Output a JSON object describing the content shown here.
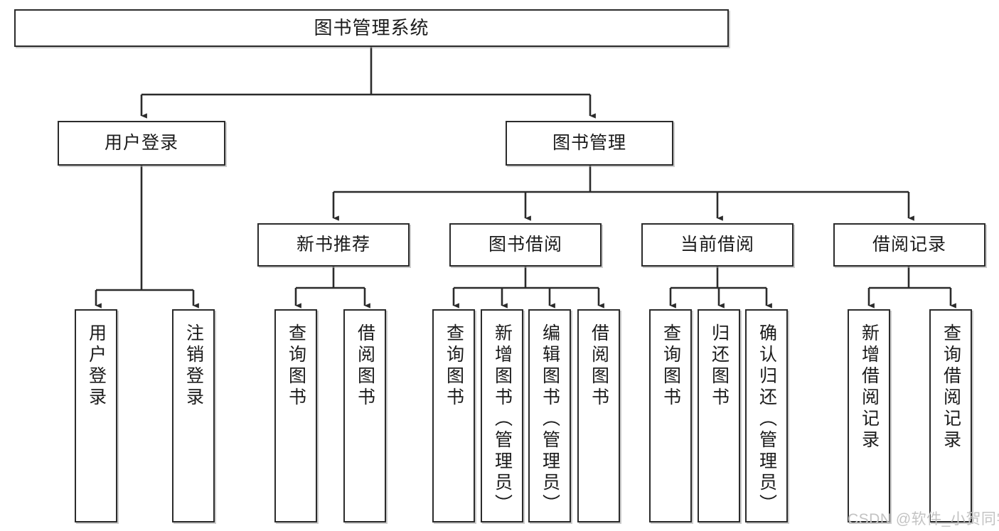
{
  "diagram": {
    "title": "图书管理系统",
    "type": "hierarchy-tree",
    "levels": {
      "root": {
        "label": "图书管理系统"
      },
      "level2": [
        {
          "id": "user-login",
          "label": "用户登录"
        },
        {
          "id": "book-management",
          "label": "图书管理"
        }
      ],
      "level3": [
        {
          "id": "new-book-recommend",
          "label": "新书推荐"
        },
        {
          "id": "book-borrow",
          "label": "图书借阅"
        },
        {
          "id": "current-borrow",
          "label": "当前借阅"
        },
        {
          "id": "borrow-record",
          "label": "借阅记录"
        }
      ],
      "leaves": {
        "user-login": [
          {
            "id": "leaf-user-login",
            "label": "用户登录"
          },
          {
            "id": "leaf-logout-login",
            "label": "注销登录"
          }
        ],
        "new-book-recommend": [
          {
            "id": "leaf-query-book-1",
            "label": "查询图书"
          },
          {
            "id": "leaf-borrow-book-1",
            "label": "借阅图书"
          }
        ],
        "book-borrow": [
          {
            "id": "leaf-query-book-2",
            "label": "查询图书"
          },
          {
            "id": "leaf-add-book-admin",
            "label": "新增图书（管理员）"
          },
          {
            "id": "leaf-edit-book-admin",
            "label": "编辑图书（管理员）"
          },
          {
            "id": "leaf-borrow-book-2",
            "label": "借阅图书"
          }
        ],
        "current-borrow": [
          {
            "id": "leaf-query-book-3",
            "label": "查询图书"
          },
          {
            "id": "leaf-return-book",
            "label": "归还图书"
          },
          {
            "id": "leaf-confirm-return-admin",
            "label": "确认归还（管理员）"
          }
        ],
        "borrow-record": [
          {
            "id": "leaf-add-borrow-record",
            "label": "新增借阅记录"
          },
          {
            "id": "leaf-query-borrow-record",
            "label": "查询借阅记录"
          }
        ]
      }
    },
    "colors": {
      "box_border": "#2b2b2b",
      "box_fill": "#ffffff",
      "connector": "#2b2b2b",
      "background": "#ffffff",
      "watermark": "#c3c3c3"
    }
  },
  "watermark": {
    "text": "CSDN @软件_小贺同学"
  }
}
